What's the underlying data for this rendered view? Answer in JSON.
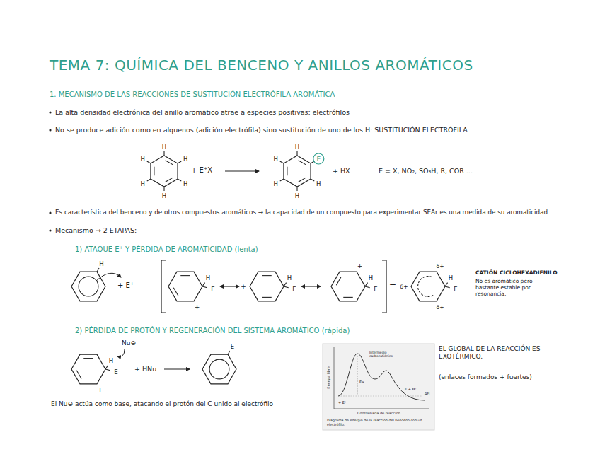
{
  "diagram": {
    "title": "TEMA 7: QUÍMICA DEL BENCENO Y ANILLOS AROMÁTICOS",
    "labels": [
      "1. MECANISMO DE LAS REACCIONES DE SUSTITUCIÓN ELECTRÓFILA AROMÁTICA",
      "La alta densidad electrónica del anillo aromático atrae a especies positivas: electrófilos",
      "No se produce adición como en alquenos (adición electrófila) sino sustitución de uno de los H: SUSTITUCIÓN ELECTRÓFILA",
      "H",
      "H",
      "H",
      "H",
      "H",
      "H",
      "+ E⁺X",
      "H",
      "H",
      "H",
      "H",
      "H",
      "E",
      "+ HX",
      "E = X, NO₂, SO₃H, R, COR ...",
      "Es característica del benceno y de otros compuestos aromáticos → la capacidad de un compuesto para experimentar SEAr es una medida de su aromaticidad",
      "Mecanismo → 2 ETAPAS:",
      "1) ATAQUE E⁺ Y PÉRDIDA DE AROMATICIDAD (lenta)",
      "H",
      "+ E⁺",
      "H",
      "E",
      "+",
      "H",
      "E",
      "+",
      "H",
      "E",
      "+",
      "=",
      "δ+",
      "H",
      "E",
      "δ+",
      "δ+",
      "CATIÓN CICLOHEXADIENILO",
      "No es aromático pero bastante estable por resonancia.",
      "2) PÉRDIDA DE PROTÓN Y REGENERACIÓN DEL SISTEMA AROMÁTICO (rápida)",
      "Nu⊖",
      "H",
      "E",
      "+",
      "+ HNu",
      "E",
      "El Nu⊖ actúa como base, atacando el protón del C unido al electrófilo",
      "Energía libre",
      "Ea",
      "Intermedio carbocatiónico",
      "+ E⁺",
      "E + H⁺",
      "ΔH",
      "Coordenada de reacción",
      "Diagrama de energía de la reacción del benceno con un electrófilo.",
      "EL GLOBAL DE LA REACCIÓN ES EXOTÉRMICO.",
      "(enlaces formados + fuertes)"
    ]
  }
}
